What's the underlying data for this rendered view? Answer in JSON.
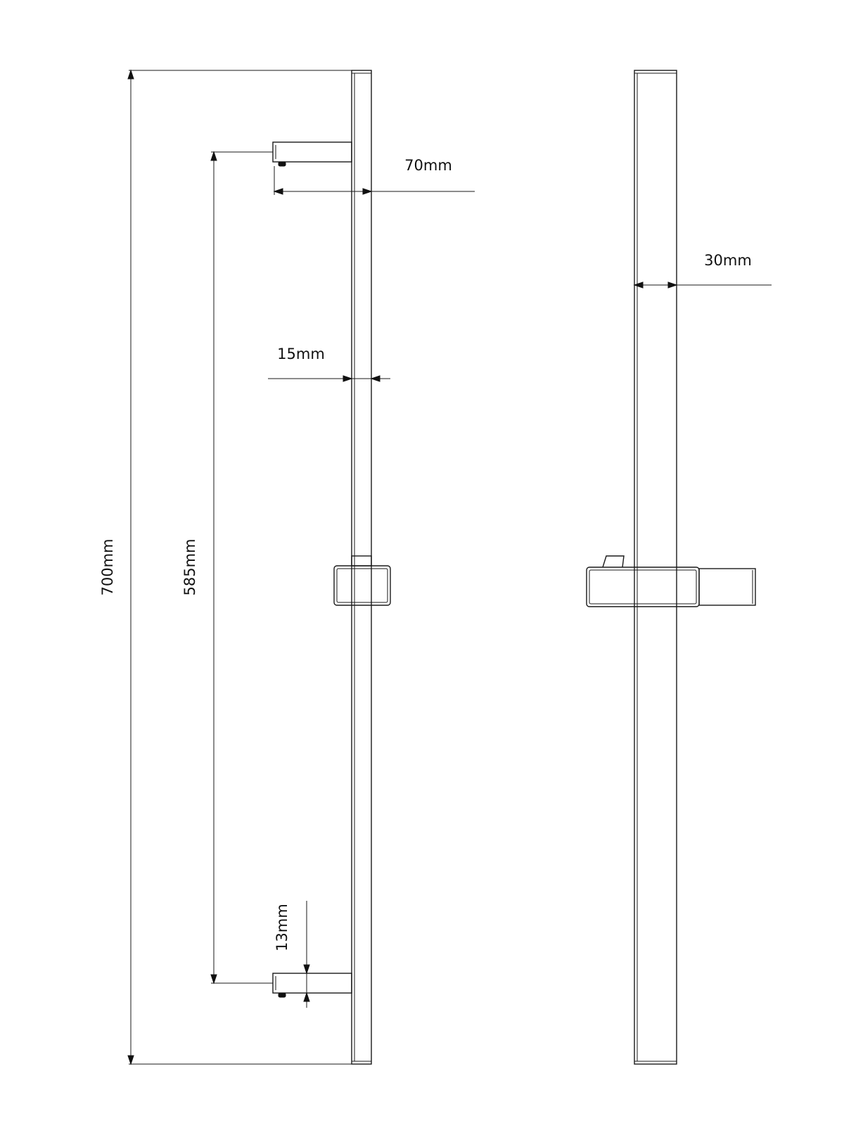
{
  "dimensions": {
    "overall_height": "700mm",
    "bracket_spacing": "585mm",
    "bracket_projection": "70mm",
    "rail_depth": "15mm",
    "rail_width": "30mm",
    "bracket_height": "13mm"
  },
  "colors": {
    "line": "#1a1a1a",
    "background": "#ffffff"
  }
}
